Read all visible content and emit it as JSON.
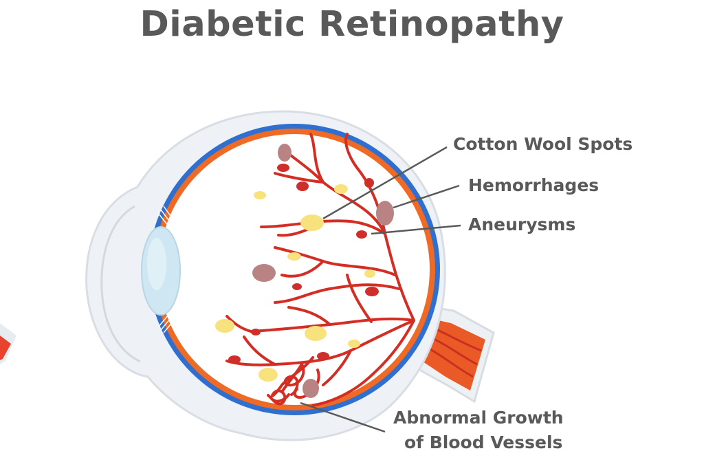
{
  "title": "Diabetic Retinopathy",
  "labels": {
    "cotton_wool_spots": "Cotton Wool Spots",
    "hemorrhages": "Hemorrhages",
    "aneurysms": "Aneurysms",
    "abnormal_growth_line1": "Abnormal Growth",
    "abnormal_growth_line2": "of Blood Vessels"
  },
  "colors": {
    "title_text": "#595959",
    "label_text": "#595959",
    "sclera_outline": "#dfe3e8",
    "choroid_blue": "#2e6fd0",
    "retina_orange": "#ee6a25",
    "vessel_red": "#d42e24",
    "spot_red": "#cf2f2a",
    "cotton_wool_yellow": "#f7e27e",
    "hemorrhage_mauve": "#b98283",
    "lens": "#cfe7f2"
  }
}
